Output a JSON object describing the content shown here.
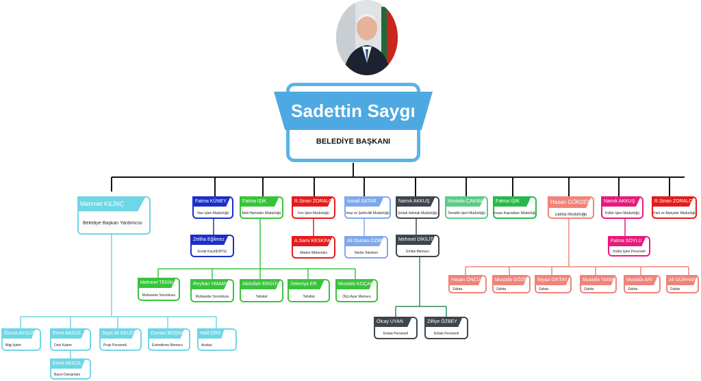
{
  "mayor": {
    "name": "Sadettin Saygı",
    "title": "BELEDİYE BAŞKANI"
  },
  "colors": {
    "mayor_banner": "#4ea9e2",
    "connector": "#111111"
  },
  "cards": [
    {
      "id": "mehmet-kilinc",
      "name": "Mehmet KILINÇ",
      "role": "Belediye Başkan Yardımcısı",
      "color": "#6fd6e6"
    },
    {
      "id": "fatma-kuney",
      "name": "Fatma KÜNEY",
      "role": "Yazı İşleri Müdürlüğü",
      "color": "#1b2fc8"
    },
    {
      "id": "fatma-isik-mali",
      "name": "Fatma IŞIK",
      "role": "Mali Hizmetler Müdürlüğü",
      "color": "#37c43a"
    },
    {
      "id": "r-sinan-zoraloglu-fen",
      "name": "R.Sinan ZORALOĞLU",
      "role": "Fen İşleri Müdürlüğü",
      "color": "#e51b1b"
    },
    {
      "id": "ismail-satar",
      "name": "İsmail SATAR",
      "role": "İmar ve Şehircilik Müdürlüğü",
      "color": "#7fa8ea"
    },
    {
      "id": "namik-akkus-emlak",
      "name": "Namık AKKUŞ",
      "role": "Emlak İstimlak Müdürlüğü",
      "color": "#3e454c"
    },
    {
      "id": "mustafa-cakmak",
      "name": "Mustafa ÇAKMAK",
      "role": "Temizlik İşleri Müdürlüğü",
      "color": "#5bcb86"
    },
    {
      "id": "fatma-isik-insan",
      "name": "Fatma IŞIK",
      "role": "İnsan Kaynakları Müdürlüğü",
      "color": "#28b94a"
    },
    {
      "id": "hasan-gokdeniz",
      "name": "Hasan GÖKDENİZ",
      "role": "Zabıta Müdürlüğü",
      "color": "#f08378"
    },
    {
      "id": "namik-akkus-kultur",
      "name": "Namık AKKUŞ",
      "role": "Kültür İşleri Müdürlüğü",
      "color": "#e8197c"
    },
    {
      "id": "r-sinan-zoraloglu-park",
      "name": "R.Sinan ZORALOĞLU",
      "role": "Park ve Bahçeler Müdürlüğü",
      "color": "#e51b1b"
    },
    {
      "id": "zeliha-egilmez",
      "name": "Zeliha Eğilmez",
      "role": "Evrak Kayıt(EBYS)",
      "color": "#1b2fc8"
    },
    {
      "id": "a-sami-keskinhali",
      "name": "A.Sami KESKİNHALI",
      "role": "Maden Mühendisi",
      "color": "#e51b1b"
    },
    {
      "id": "ali-osman-ozbek",
      "name": "Ali Osman ÖZBEK",
      "role": "Harita Teknikeri",
      "color": "#7fa8ea"
    },
    {
      "id": "mehmet-dikilitas",
      "name": "Mehmet DİKİLİTAŞ",
      "role": "Emlak Memuru",
      "color": "#3e454c"
    },
    {
      "id": "fatma-soylu",
      "name": "Fatma SOYLU",
      "role": "Kültür İşleri Personeli",
      "color": "#e8197c"
    },
    {
      "id": "mehmet-tekin",
      "name": "Mehmet TEKİN",
      "role": "Muhasebe Sorumlusu",
      "color": "#37c43a"
    },
    {
      "id": "reyhan-yaman",
      "name": "Reyhan YAMAN",
      "role": "Muhasebe Sorumlusu",
      "color": "#37c43a"
    },
    {
      "id": "abdullah-erguven",
      "name": "Abdullah ERGÜVEN",
      "role": "Tahsilat",
      "color": "#37c43a"
    },
    {
      "id": "zekeriya-er",
      "name": "Zekeriya ER",
      "role": "Tahsilat",
      "color": "#37c43a"
    },
    {
      "id": "mustafa-kocak",
      "name": "Mustafa KOÇAK",
      "role": "Ölçü Ayar Memuru",
      "color": "#37c43a"
    },
    {
      "id": "olcay-uyan",
      "name": "Olcay UYAN",
      "role": "Emlak Personeli",
      "color": "#3e454c"
    },
    {
      "id": "zilfiye-ozbey",
      "name": "Zilfiye ÖZBEY",
      "role": "Emlak Personeli",
      "color": "#3e454c"
    },
    {
      "id": "hasan-oncu",
      "name": "Hasan ÖNCÜ",
      "role": "Zabıta",
      "color": "#f08378"
    },
    {
      "id": "mustafa-gozet",
      "name": "Mustafa GÖZET",
      "role": "Zabıta",
      "color": "#f08378"
    },
    {
      "id": "niyazi-oktay",
      "name": "Niyazi OKTAY",
      "role": "Zabıta",
      "color": "#f08378"
    },
    {
      "id": "mustafa-yaman",
      "name": "Mustafa YAMAN",
      "role": "Zabıta",
      "color": "#f08378"
    },
    {
      "id": "mustafa-ari",
      "name": "Mustafa ARI",
      "role": "Zabıta",
      "color": "#f08378"
    },
    {
      "id": "ali-gurhan",
      "name": "Ali GÜRHAN",
      "role": "Zabıta",
      "color": "#f08378"
    },
    {
      "id": "ozcan-aygun",
      "name": "Özcan AYGÜN",
      "role": "Bilgi İşlem",
      "color": "#6fd6e6"
    },
    {
      "id": "emre-akgul-ozel",
      "name": "Emre AKGÜL",
      "role": "Özel Kalem",
      "color": "#6fd6e6"
    },
    {
      "id": "seyit-ali-keles",
      "name": "Seyit Ali KELEŞ",
      "role": "Proje Personeli",
      "color": "#6fd6e6"
    },
    {
      "id": "osman-bosnak",
      "name": "Osman BOŞNAK",
      "role": "Evlendirme Memuru",
      "color": "#6fd6e6"
    },
    {
      "id": "halil-oris",
      "name": "Halil ÖRS",
      "role": "Avukat",
      "color": "#6fd6e6"
    },
    {
      "id": "emre-akgul-basin",
      "name": "Emre AKGÜL",
      "role": "Basın Danışmanı",
      "color": "#6fd6e6"
    }
  ]
}
